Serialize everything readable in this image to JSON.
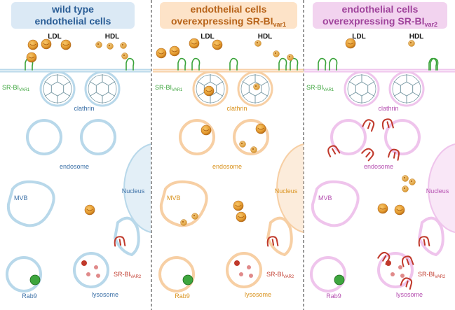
{
  "panels": [
    {
      "title_line1": "wild type",
      "title_line2": "endothelial cells",
      "title_sub": "",
      "title_color": "#2a5d96",
      "title_bg": "#dbe9f5",
      "membrane_color": "#b8d8ea",
      "label_color": "#3a6fa6",
      "ldl": "LDL",
      "hdl": "HDL",
      "sr1_main": "SR-BI",
      "sr1_sub": "VAR1",
      "clathrin": "clathrin",
      "endosome": "endosome",
      "nucleus": "Nucleus",
      "mvb": "MVB",
      "rab9": "Rab9",
      "lysosome": "lysosome",
      "sr2_main": "SR-BI",
      "sr2_sub": "VAR2"
    },
    {
      "title_line1": "endothelial cells",
      "title_line2": "overexpressing SR-BI",
      "title_sub": "var1",
      "title_color": "#b8641a",
      "title_bg": "#fde3c8",
      "membrane_color": "#f7cfa4",
      "label_color": "#d9921c",
      "ldl": "LDL",
      "hdl": "HDL",
      "sr1_main": "SR-BI",
      "sr1_sub": "VAR1",
      "clathrin": "clathrin",
      "endosome": "endosome",
      "nucleus": "Nucleus",
      "mvb": "MVB",
      "rab9": "Rab9",
      "lysosome": "lysosome",
      "sr2_main": "SR-BI",
      "sr2_sub": "VAR2"
    },
    {
      "title_line1": "endothelial cells",
      "title_line2": "overexpressing SR-BI",
      "title_sub": "var2",
      "title_color": "#a0449c",
      "title_bg": "#f2d3ef",
      "membrane_color": "#efc4ec",
      "label_color": "#b54fb0",
      "ldl": "LDL",
      "hdl": "HDL",
      "sr1_main": "SR-BI",
      "sr1_sub": "VAR1",
      "clathrin": "clathrin",
      "endosome": "endosome",
      "nucleus": "Nucleus",
      "mvb": "MVB",
      "rab9": "Rab9",
      "lysosome": "lysosome",
      "sr2_main": "SR-BI",
      "sr2_sub": "VAR2"
    }
  ],
  "colors": {
    "receptor_var1": "#3aa33a",
    "receptor_var2": "#c0392b",
    "particle": "#e8a13a",
    "clathrin_line": "#7a9aa5",
    "rab9_fill": "#3ea63e",
    "divider": "#555555"
  }
}
